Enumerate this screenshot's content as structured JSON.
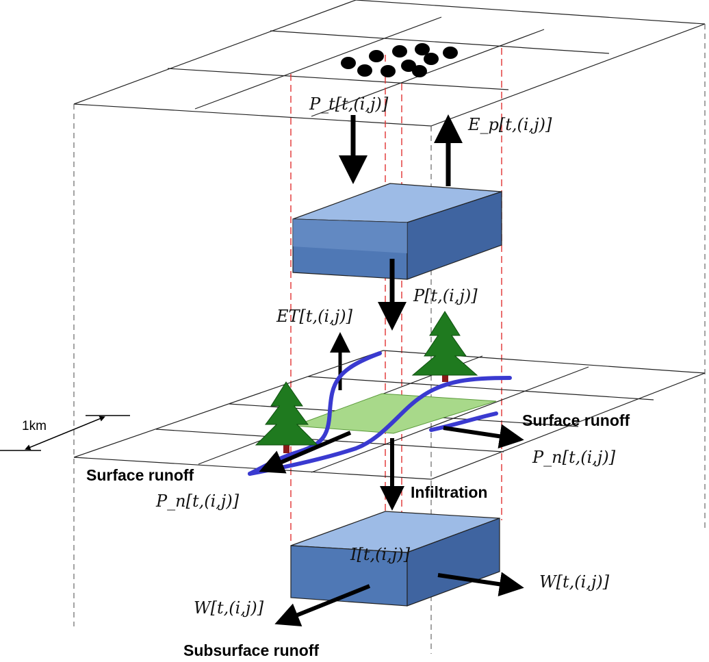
{
  "labels": {
    "precip_total": "P_t[t,(i,j)]",
    "evaporation": "E_p[t,(i,j)]",
    "precip_through": "P[t,(i,j)]",
    "evapotranspiration": "ET[t,(i,j)]",
    "surface_runoff_right": "Surface runoff",
    "surface_runoff_left": "Surface runoff",
    "net_precip_right": "P_n[t,(i,j)]",
    "net_precip_left": "P_n[t,(i,j)]",
    "infiltration": "Infiltration",
    "infiltration_amount": "I[t,(i,j)]",
    "subsurface_right": "W[t,(i,j)]",
    "subsurface_left": "W[t,(i,j)]",
    "subsurface_runoff": "Subsurface runoff",
    "scale": "1km"
  },
  "colors": {
    "reservoir_light": "#9dbbe6",
    "reservoir_mid": "#5f86bf",
    "reservoir_dark": "#3f64a0",
    "river": "#3a3ad0",
    "cell_highlight": "#a8d98a",
    "tree": "#1f7a1f",
    "trunk": "#8b1a1a",
    "guide": "#e03030"
  },
  "icons": {
    "rain": "rain-drops-icon",
    "tree": "tree-icon"
  }
}
